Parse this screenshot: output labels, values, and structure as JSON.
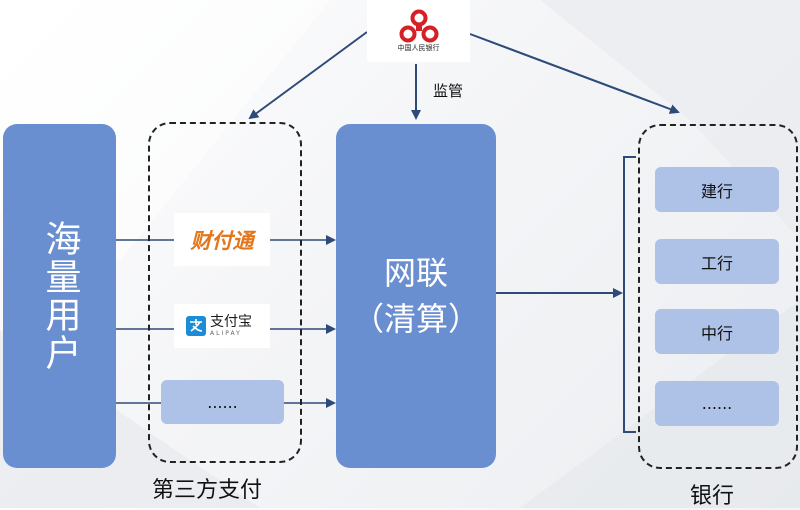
{
  "regulator": {
    "name": "中国人民银行",
    "relation": "监管"
  },
  "users": {
    "label": "海量用户"
  },
  "third_party": {
    "caption": "第三方支付",
    "providers": [
      {
        "name": "财付通"
      },
      {
        "name": "支付宝",
        "subname": "ALIPAY"
      },
      {
        "name": "......"
      }
    ]
  },
  "clearing": {
    "label": "网联\n（清算）"
  },
  "banks": {
    "caption": "银行",
    "items": [
      "建行",
      "工行",
      "中行",
      "......"
    ]
  },
  "colors": {
    "block_blue": "#6a8fd0",
    "pill_blue": "#aec1e6",
    "arrow": "#2e4a78",
    "pboc_red": "#d71f26",
    "caifutong_orange": "#e4761c",
    "alipay_blue": "#1a8cd8"
  }
}
